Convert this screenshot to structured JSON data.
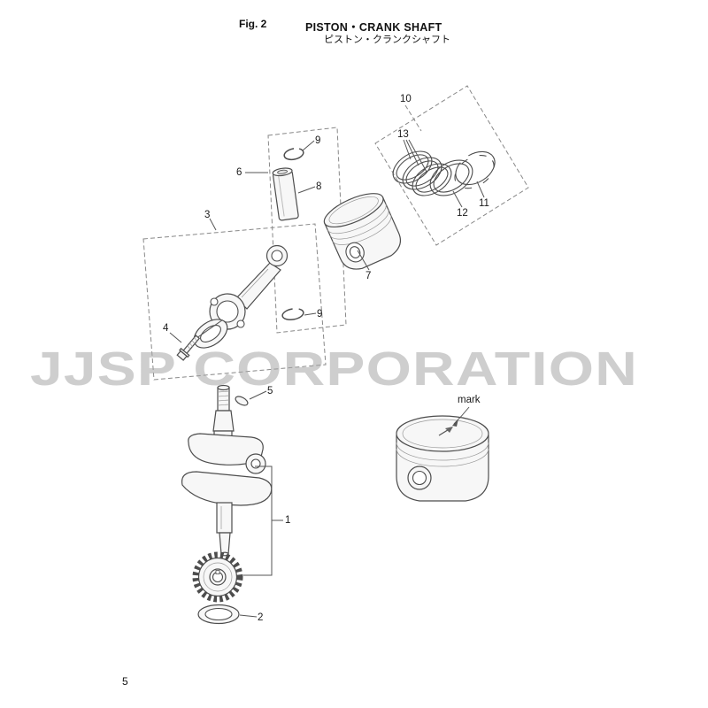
{
  "header": {
    "fig_label": "Fig. 2",
    "title": "PISTON・CRANK SHAFT",
    "title_ja": "ピストン・クランクシャフト"
  },
  "watermark": {
    "text": "JJSP CORPORATION"
  },
  "diagram": {
    "mark_label": "mark",
    "callouts": [
      {
        "label": "10"
      },
      {
        "label": "13"
      },
      {
        "label": "9"
      },
      {
        "label": "6"
      },
      {
        "label": "8"
      },
      {
        "label": "3"
      },
      {
        "label": "12"
      },
      {
        "label": "11"
      },
      {
        "label": "7"
      },
      {
        "label": "9"
      },
      {
        "label": "4"
      },
      {
        "label": "5"
      },
      {
        "label": "1"
      },
      {
        "label": "2"
      }
    ]
  },
  "footer": {
    "page_number": "5"
  }
}
